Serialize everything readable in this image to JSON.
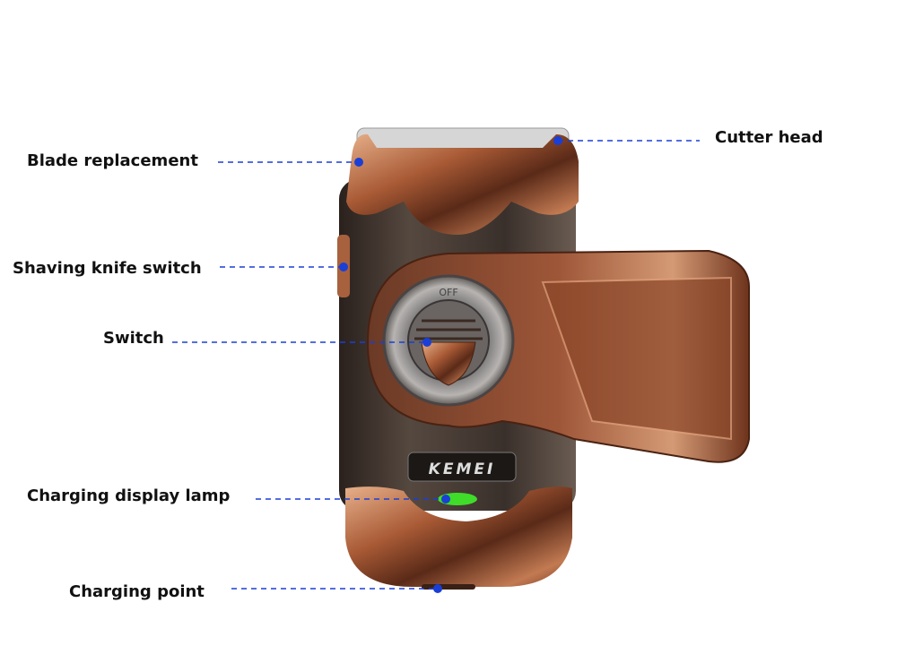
{
  "labels": {
    "cutter_head": "Cutter head",
    "blade_replacement": "Blade replacement",
    "shaving_knife_switch": "Shaving knife switch",
    "switch": "Switch",
    "charging_display_lamp": "Charging display lamp",
    "charging_point": "Charging point"
  },
  "product": {
    "brand_logo": "KEMEI",
    "switch_marking": "OFF"
  },
  "colors": {
    "leader_line": "#1a3fd6",
    "copper": "#b06a45",
    "body_dark": "#3e3430",
    "lamp": "#3fdc2a"
  }
}
